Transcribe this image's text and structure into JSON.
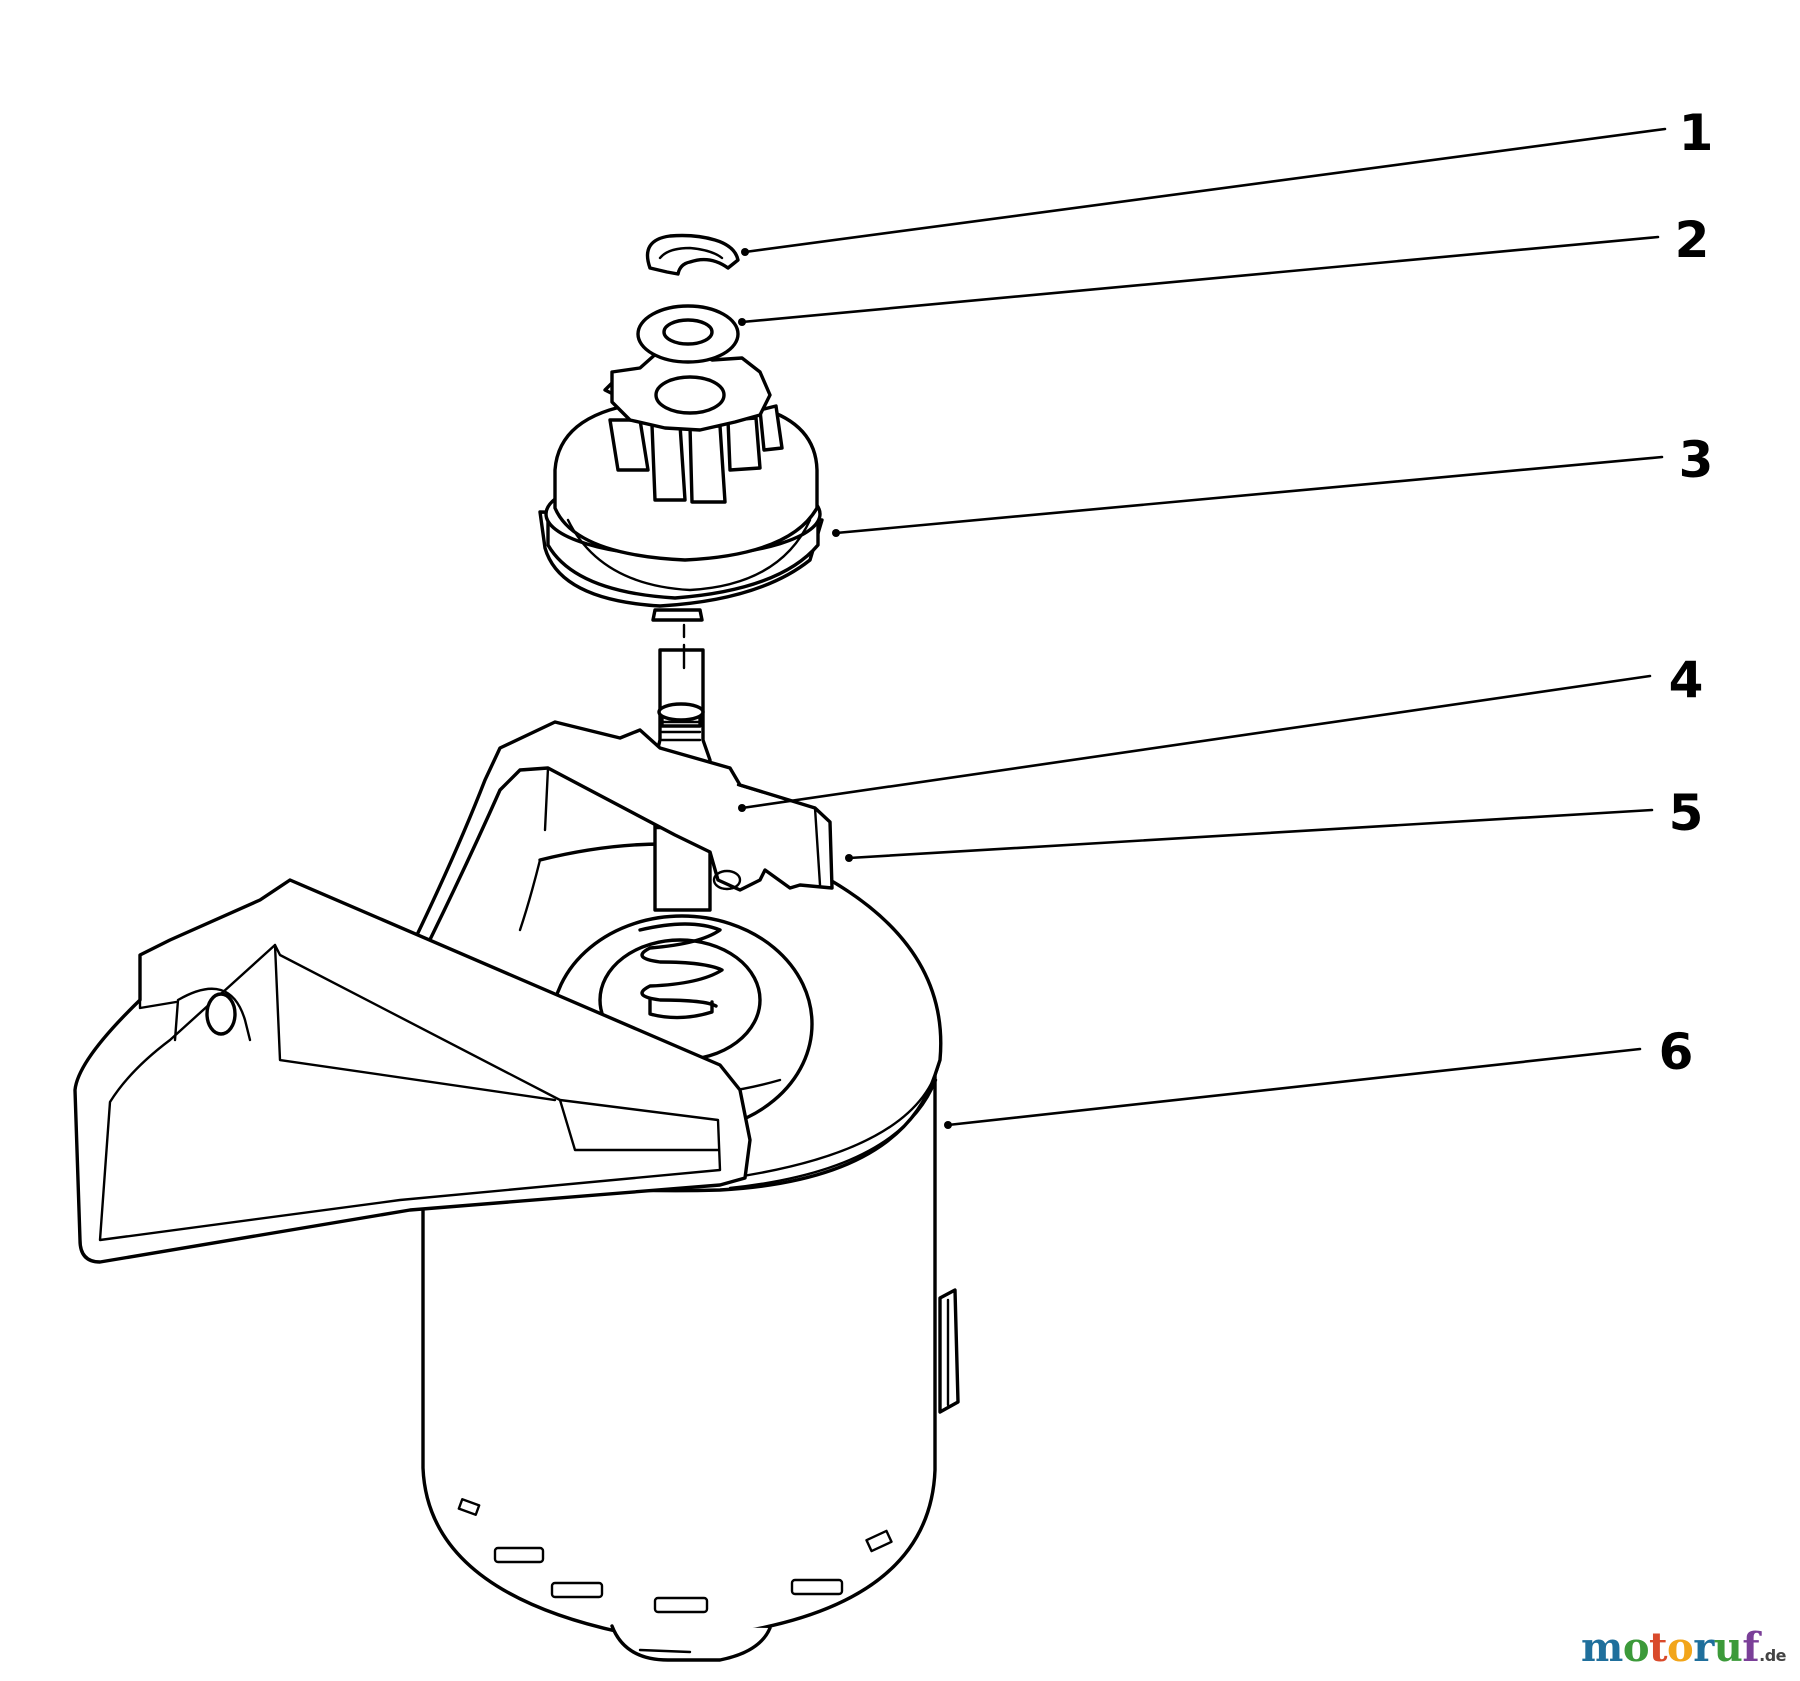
{
  "callouts": [
    {
      "num": "1",
      "part": "retaining-ring"
    },
    {
      "num": "2",
      "part": "washer"
    },
    {
      "num": "3",
      "part": "drive-pinion-gear"
    },
    {
      "num": "4",
      "part": "spacer"
    },
    {
      "num": "5",
      "part": "mounting-bracket"
    },
    {
      "num": "6",
      "part": "starter-motor"
    }
  ],
  "watermark": {
    "text": "motoruf",
    "suffix": ".de"
  }
}
